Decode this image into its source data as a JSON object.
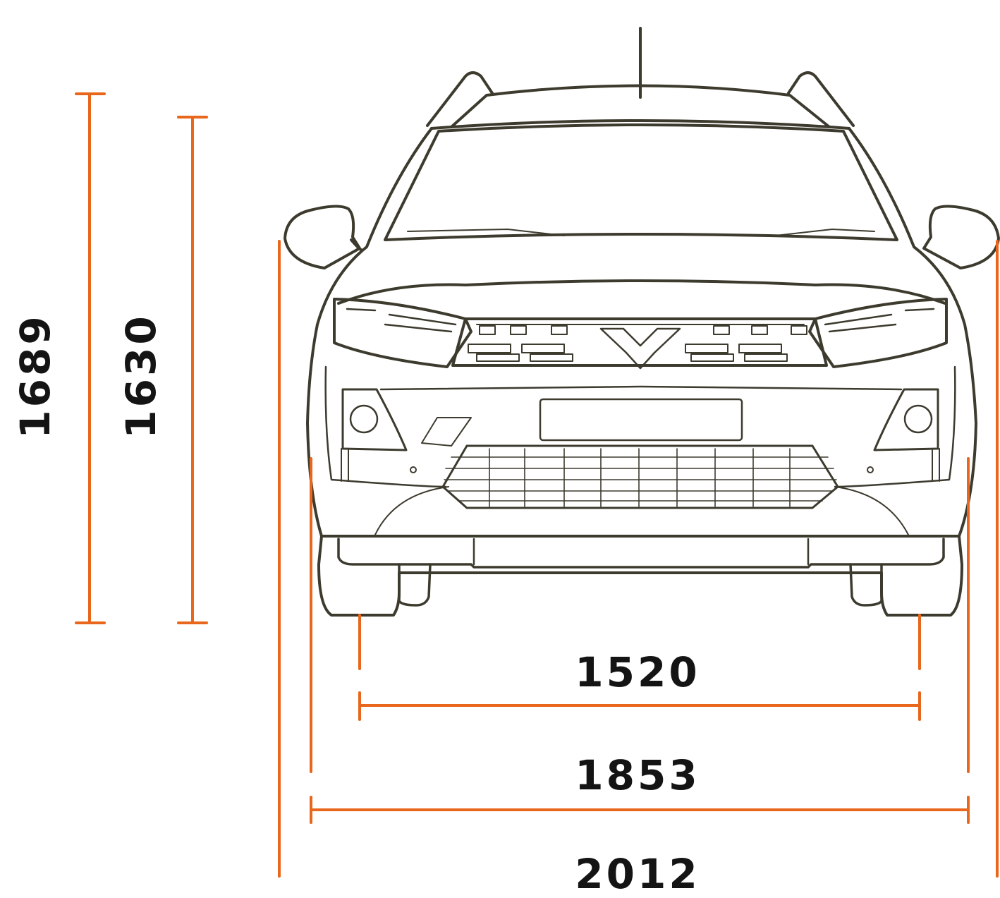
{
  "colors": {
    "line": "#3d3a2e",
    "dimension": "#e8671c",
    "label": "#141414",
    "background": "#ffffff"
  },
  "dimensions": {
    "height_roof_bars": "1689",
    "height_body": "1630",
    "track_width": "1520",
    "body_width": "1853",
    "width_with_mirrors": "2012"
  }
}
